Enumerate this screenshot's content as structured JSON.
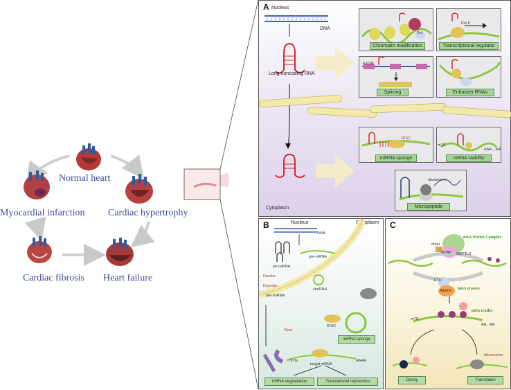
{
  "cycle": {
    "normal": "Normal heart",
    "hypertrophy": "Cardiac hypertrophy",
    "failure": "Heart failure",
    "fibrosis": "Cardiac fibrosis",
    "infarction": "Myocardial infarction"
  },
  "panelA": {
    "tag": "A",
    "nucleus": "Nucleus",
    "dna": "DNA",
    "lnc": "Long noncoding RNA",
    "cytoplasm": "Cytoplasm",
    "labels": {
      "chromatin": "Chromatin modification",
      "transcription": "Transcriptional regulator",
      "splicing": "Splicing",
      "enhancer": "Enhancer RNAs",
      "sponge": "miRNA sponge",
      "stability": "mRNA stability",
      "micropeptide": "Micropeptide"
    },
    "risc": "RISC",
    "ribosome": "ribsomome",
    "pol": "Pol",
    "pol2": "Pol II",
    "exon": "EXON",
    "m7g": "m7G",
    "aaa": "AAA....AA"
  },
  "panelB": {
    "tag": "B",
    "nucleus": "Nucleus",
    "cytoplasm": "Cytoplasm",
    "dna": "DNA",
    "pri": "pri-miRNA",
    "premrna": "pre-mRNA",
    "drosha": "Drosha",
    "exportin": "Exportin",
    "circ": "circRNA",
    "premirna": "pre-miRNA",
    "dicer": "Dicer",
    "risc": "RISC",
    "target": "target mRNA",
    "m7g": "m7G",
    "aaaa": "AAAA",
    "sponge": "miRNA sponge",
    "degradation": "mRNA degradation",
    "repression": "Translational repression"
  },
  "panelC": {
    "tag": "C",
    "writer": "m6A Writer Complex",
    "erasers": "m6A erasers",
    "reader": "m6A reader",
    "fto": "FTO",
    "alkbh5": "Alkbh5",
    "wtap": "WTAP",
    "mettl3": "METTL3",
    "other": "other",
    "ribosome": "ribsomome",
    "decay": "Decay",
    "translation": "Translation",
    "m7g": "m7G",
    "aa": "AA...AA"
  },
  "colors": {
    "labelBlue": "#3a4d8f",
    "rnaRed": "#d22a2a",
    "greenLabel": "#a8d49a",
    "membraneYellow": "#f3e9a8"
  }
}
